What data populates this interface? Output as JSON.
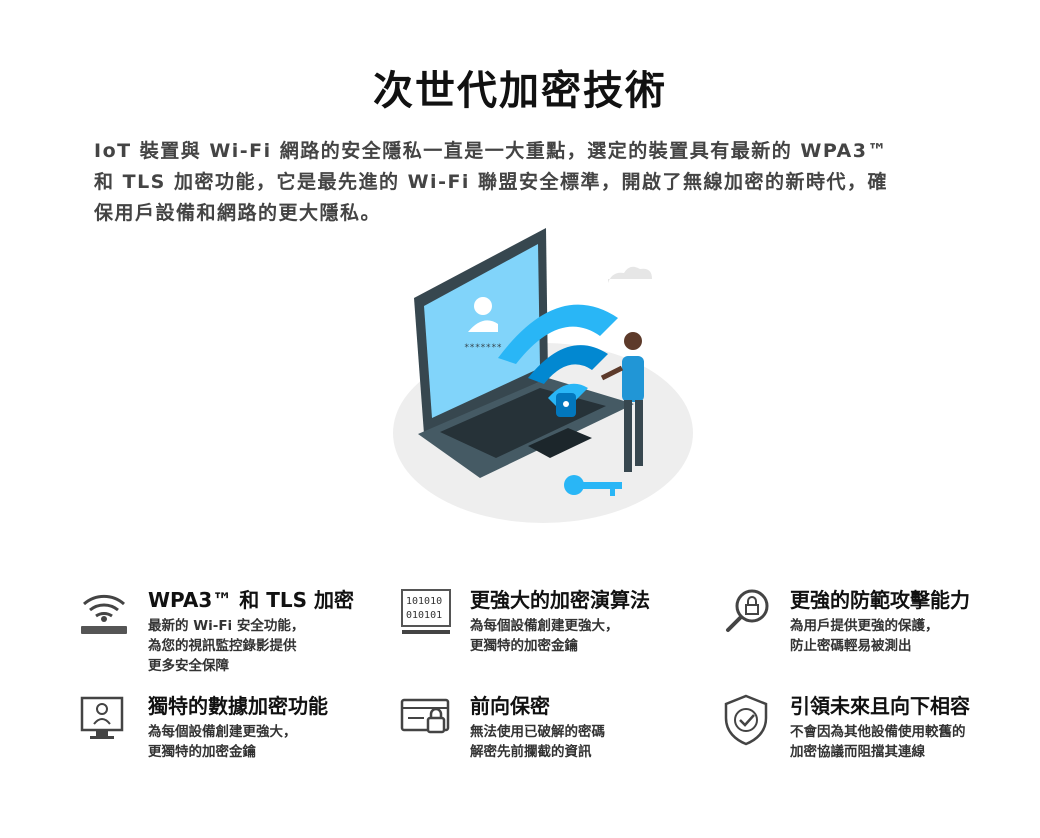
{
  "page": {
    "title": "次世代加密技術",
    "intro_lines": [
      "IoT 裝置與 Wi-Fi 網路的安全隱私一直是一大重點，選定的裝置具有最新的 WPA3™",
      "和 TLS 加密功能，它是最先進的 Wi-Fi 聯盟安全標準，開啟了無線加密的新時代，確",
      "保用戶設備和網路的更大隱私。"
    ]
  },
  "hero": {
    "screen_text": "*******"
  },
  "features": [
    {
      "icon": "wifi-router-icon",
      "title": "WPA3™ 和 TLS 加密",
      "lines": [
        "最新的 Wi-Fi 安全功能，",
        "為您的視訊監控錄影提供",
        "更多安全保障"
      ]
    },
    {
      "icon": "binary-code-icon",
      "title": "更強大的加密演算法",
      "lines": [
        "為每個設備創建更強大，",
        "更獨特的加密金鑰"
      ],
      "icon_text": [
        "101010",
        "010101"
      ]
    },
    {
      "icon": "lock-magnifier-icon",
      "title": "更強的防範攻擊能力",
      "lines": [
        "為用戶提供更強的保護，",
        "防止密碼輕易被測出"
      ]
    },
    {
      "icon": "user-monitor-icon",
      "title": "獨特的數據加密功能",
      "lines": [
        "為每個設備創建更強大，",
        "更獨特的加密金鑰"
      ]
    },
    {
      "icon": "card-lock-icon",
      "title": "前向保密",
      "lines": [
        "無法使用已破解的密碼",
        "解密先前攔截的資訊"
      ]
    },
    {
      "icon": "shield-check-icon",
      "title": "引領未來且向下相容",
      "lines": [
        "不會因為其他設備使用較舊的",
        "加密協議而阻擋其連線"
      ]
    }
  ],
  "colors": {
    "accent_blue": "#2196d6",
    "dark_laptop": "#37474f",
    "screen_blue": "#81d4fa"
  }
}
